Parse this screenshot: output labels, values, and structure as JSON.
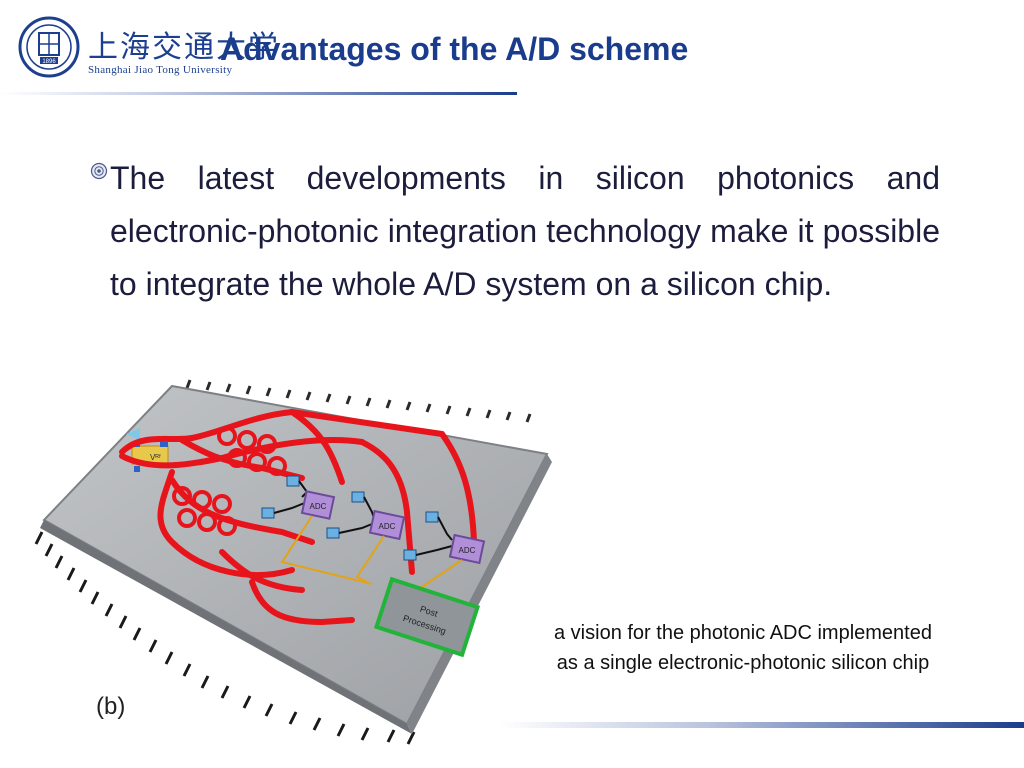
{
  "logo": {
    "chinese_name": "上海交通大学",
    "english_name": "Shanghai Jiao Tong University",
    "seal_year": "1896"
  },
  "slide": {
    "title": "Advantages of the A/D scheme",
    "bullet_text": "The latest developments in silicon photonics and electronic-photonic integration technology make it possible to integrate the whole A/D system on a silicon chip."
  },
  "figure": {
    "panel_label": "(b)",
    "adc_labels": [
      "ADC",
      "ADC",
      "ADC"
    ],
    "post_processing_line1": "Post",
    "post_processing_line2": "Processing",
    "vin_label": "Vᴿᶠ"
  },
  "caption": {
    "line1": "a vision for the photonic ADC implemented",
    "line2": "as a single electronic-photonic silicon chip"
  },
  "colors": {
    "title_blue": "#1a3c8c",
    "chip_gray": "#a8acaf",
    "waveguide_red": "#e8141c",
    "adc_purple": "#b18ed8",
    "post_processing_green": "#22b43a"
  }
}
